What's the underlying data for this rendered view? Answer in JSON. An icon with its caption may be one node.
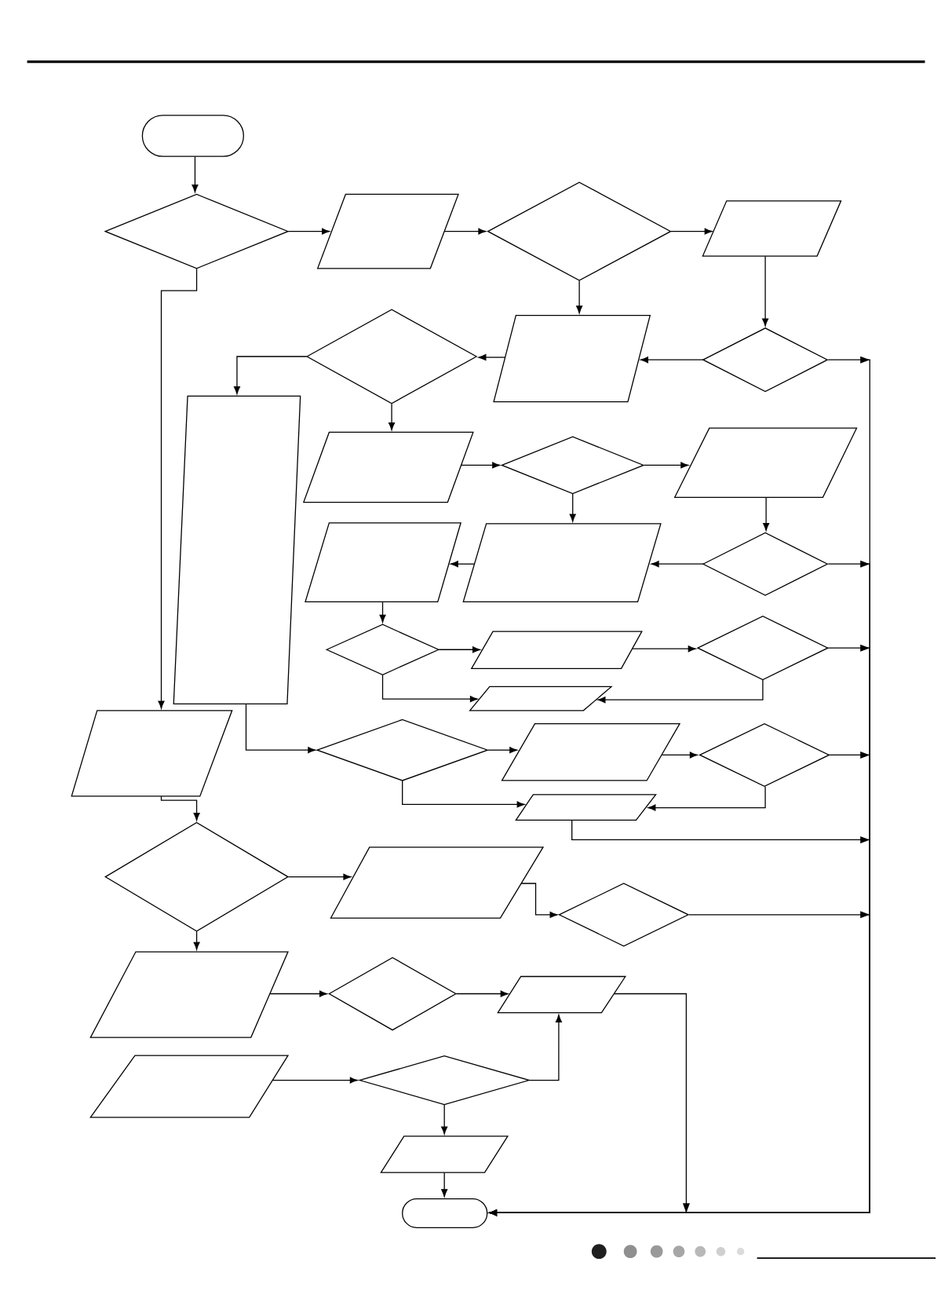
{
  "diagram": {
    "nodes": [
      {
        "text": [],
        "shape": "terminal"
      },
      {
        "text": [],
        "shape": "diamond"
      },
      {
        "text": [],
        "shape": "parallelogram"
      },
      {
        "text": [],
        "shape": "diamond"
      },
      {
        "text": [],
        "shape": "parallelogram"
      },
      {
        "text": [],
        "shape": "diamond"
      },
      {
        "text": [],
        "shape": "parallelogram"
      },
      {
        "text": [],
        "shape": "diamond"
      },
      {
        "text": [],
        "shape": "parallelogram"
      },
      {
        "text": [],
        "shape": "parallelogram"
      },
      {
        "text": [],
        "shape": "diamond"
      },
      {
        "text": [],
        "shape": "parallelogram"
      },
      {
        "text": [],
        "shape": "parallelogram"
      },
      {
        "text": [],
        "shape": "parallelogram"
      },
      {
        "text": [],
        "shape": "diamond"
      },
      {
        "text": [],
        "shape": "diamond"
      },
      {
        "text": [],
        "shape": "parallelogram"
      },
      {
        "text": [],
        "shape": "diamond"
      },
      {
        "text": [],
        "shape": "parallelogram"
      },
      {
        "text": [],
        "shape": "parallelogram"
      },
      {
        "text": [],
        "shape": "diamond"
      },
      {
        "text": [],
        "shape": "parallelogram"
      },
      {
        "text": [],
        "shape": "diamond"
      },
      {
        "text": [],
        "shape": "parallelogram"
      },
      {
        "text": [],
        "shape": "diamond"
      },
      {
        "text": [],
        "shape": "parallelogram"
      },
      {
        "text": [],
        "shape": "diamond"
      },
      {
        "text": [],
        "shape": "parallelogram"
      },
      {
        "text": [],
        "shape": "diamond"
      },
      {
        "text": [],
        "shape": "parallelogram"
      },
      {
        "text": [],
        "shape": "parallelogram"
      },
      {
        "text": [],
        "shape": "diamond"
      },
      {
        "text": [],
        "shape": "parallelogram"
      },
      {
        "text": [],
        "shape": "terminal"
      }
    ],
    "edges": [
      {
        "from": 0,
        "to": 1,
        "arrow": "to"
      },
      {
        "from": 1,
        "to": 2,
        "arrow": "to"
      },
      {
        "from": 1,
        "to": 19,
        "arrow": "to"
      },
      {
        "from": 2,
        "to": 3,
        "arrow": "to"
      },
      {
        "from": 3,
        "to": 4,
        "arrow": "to"
      },
      {
        "from": 3,
        "to": 6,
        "arrow": "to"
      },
      {
        "from": 4,
        "to": 7,
        "arrow": "to"
      },
      {
        "from": 7,
        "to": 6,
        "arrow": "to"
      },
      {
        "from": 7,
        "to": 33,
        "arrow": "to"
      },
      {
        "from": 6,
        "to": 5,
        "arrow": "to"
      },
      {
        "from": 5,
        "to": 8,
        "arrow": "to"
      },
      {
        "from": 5,
        "to": 9,
        "arrow": "to"
      },
      {
        "from": 9,
        "to": 10,
        "arrow": "to"
      },
      {
        "from": 10,
        "to": 11,
        "arrow": "to"
      },
      {
        "from": 10,
        "to": 13,
        "arrow": "to"
      },
      {
        "from": 11,
        "to": 14,
        "arrow": "to"
      },
      {
        "from": 14,
        "to": 13,
        "arrow": "to"
      },
      {
        "from": 14,
        "to": 33,
        "arrow": "to"
      },
      {
        "from": 13,
        "to": 12,
        "arrow": "to"
      },
      {
        "from": 12,
        "to": 15,
        "arrow": "to"
      },
      {
        "from": 15,
        "to": 16,
        "arrow": "to"
      },
      {
        "from": 15,
        "to": 18,
        "arrow": "to"
      },
      {
        "from": 16,
        "to": 17,
        "arrow": "to"
      },
      {
        "from": 17,
        "to": 33,
        "arrow": "to"
      },
      {
        "from": 17,
        "to": 18,
        "arrow": "to"
      },
      {
        "from": 8,
        "to": 20,
        "arrow": "to"
      },
      {
        "from": 20,
        "to": 21,
        "arrow": "to"
      },
      {
        "from": 20,
        "to": 23,
        "arrow": "to"
      },
      {
        "from": 21,
        "to": 22,
        "arrow": "to"
      },
      {
        "from": 22,
        "to": 33,
        "arrow": "to"
      },
      {
        "from": 22,
        "to": 23,
        "arrow": "to"
      },
      {
        "from": 23,
        "to": 33,
        "arrow": "to"
      },
      {
        "from": 19,
        "to": 24,
        "arrow": "to"
      },
      {
        "from": 24,
        "to": 25,
        "arrow": "to"
      },
      {
        "from": 24,
        "to": 27,
        "arrow": "to"
      },
      {
        "from": 25,
        "to": 26,
        "arrow": "to"
      },
      {
        "from": 26,
        "to": 33,
        "arrow": "to"
      },
      {
        "from": 27,
        "to": 28,
        "arrow": "to"
      },
      {
        "from": 28,
        "to": 29,
        "arrow": "to"
      },
      {
        "from": 29,
        "to": 33,
        "arrow": "to"
      },
      {
        "from": 30,
        "to": 31,
        "arrow": "to"
      },
      {
        "from": 31,
        "to": 29,
        "arrow": "to"
      },
      {
        "from": 31,
        "to": 32,
        "arrow": "to"
      },
      {
        "from": 32,
        "to": 33,
        "arrow": "to"
      }
    ]
  }
}
